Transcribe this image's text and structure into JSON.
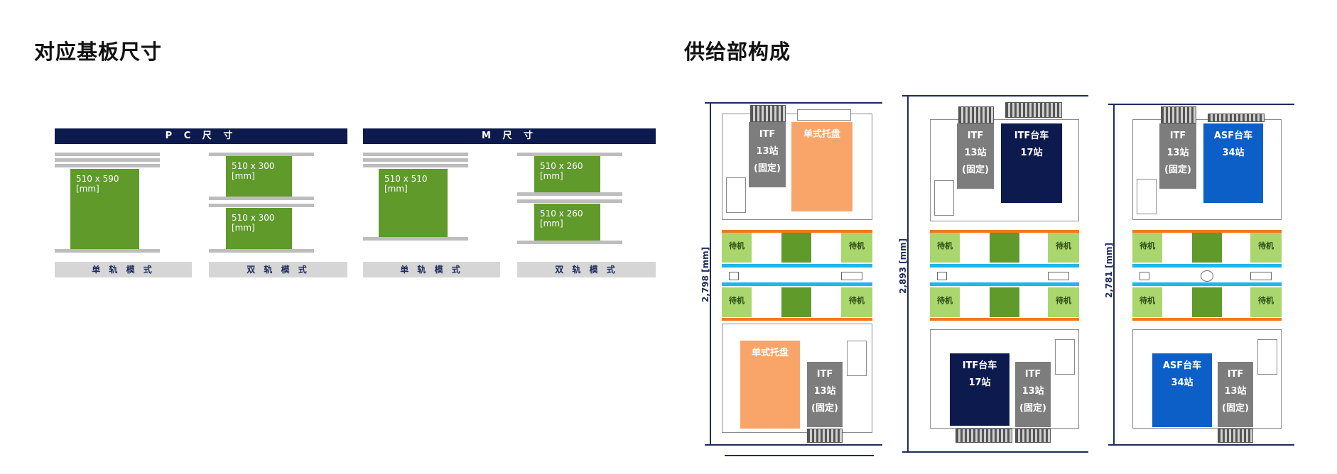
{
  "left": {
    "title": "对应基板尺寸",
    "pc": {
      "header": "P C 尺 寸",
      "single": {
        "size": "510 x 590",
        "unit": "[mm]",
        "mode": "单 轨 模 式"
      },
      "dual": {
        "size_top": "510 x 300",
        "size_bottom": "510 x 300",
        "unit": "[mm]",
        "mode": "双 轨 模 式"
      }
    },
    "m": {
      "header": "M 尺 寸",
      "single": {
        "size": "510 x 510",
        "unit": "[mm]",
        "mode": "单 轨 模 式"
      },
      "dual": {
        "size_top": "510 x 260",
        "size_bottom": "510 x 260",
        "unit": "[mm]",
        "mode": "双 轨 模 式"
      }
    }
  },
  "right": {
    "title": "供给部构成",
    "wait_label": "待机",
    "machines": [
      {
        "dimension": "2,798 [mm]",
        "top_fixed": [
          "ITF",
          "13站",
          "(固定)"
        ],
        "top_main": [
          "单式托盘"
        ],
        "bottom_main": [
          "单式托盘"
        ],
        "bottom_fixed": [
          "ITF",
          "13站",
          "(固定)"
        ],
        "main_color": "#f9a56a"
      },
      {
        "dimension": "2,893 [mm]",
        "top_fixed": [
          "ITF",
          "13站",
          "(固定)"
        ],
        "top_main": [
          "ITF台车",
          "17站"
        ],
        "bottom_main": [
          "ITF台车",
          "17站"
        ],
        "bottom_fixed": [
          "ITF",
          "13站",
          "(固定)"
        ],
        "main_color": "#0c1a4d"
      },
      {
        "dimension": "2,781 [mm]",
        "top_fixed": [
          "ITF",
          "13站",
          "(固定)"
        ],
        "top_main": [
          "ASF台车",
          "34站"
        ],
        "bottom_main": [
          "ASF台车",
          "34站"
        ],
        "bottom_fixed": [
          "ITF",
          "13站",
          "(固定)"
        ],
        "main_color": "#0b5fc7"
      }
    ]
  },
  "colors": {
    "navy": "#0d1a4e",
    "board_green": "#5f9a2a",
    "wait_green": "#a9d76d",
    "orange": "#f07a1e",
    "cyan": "#22b5e8",
    "fixed_gray": "#7d7d7d"
  }
}
